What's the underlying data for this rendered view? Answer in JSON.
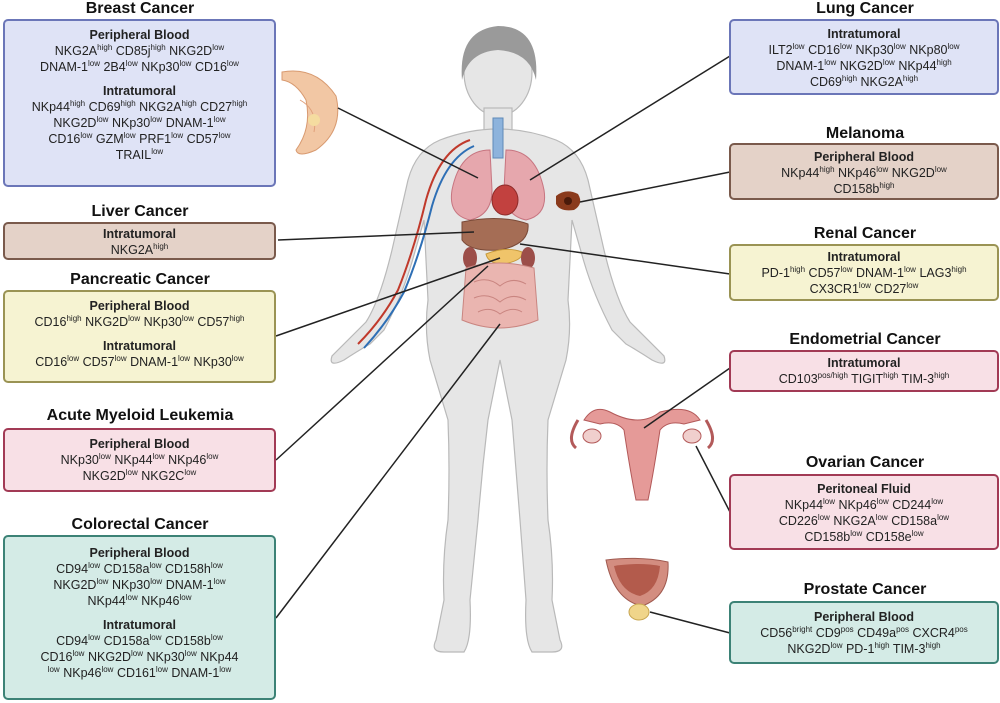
{
  "cancers": [
    {
      "id": "breast",
      "title": "Breast Cancer",
      "sections": [
        {
          "name": "Peripheral Blood",
          "lines": [
            [
              [
                "NKG2A",
                "high"
              ],
              [
                "CD85j",
                "high"
              ],
              [
                "NKG2D",
                "low"
              ]
            ],
            [
              [
                "DNAM-1",
                "low"
              ],
              [
                "2B4",
                "low"
              ],
              [
                "NKp30",
                "low"
              ],
              [
                "CD16",
                "low"
              ]
            ]
          ]
        },
        {
          "name": "Intratumoral",
          "lines": [
            [
              [
                "NKp44",
                "high"
              ],
              [
                "CD69",
                "high"
              ],
              [
                "NKG2A",
                "high"
              ],
              [
                "CD27",
                "high"
              ]
            ],
            [
              [
                "NKG2D",
                "low"
              ],
              [
                "NKp30",
                "low"
              ],
              [
                "DNAM-1",
                "low"
              ]
            ],
            [
              [
                "CD16",
                "low"
              ],
              [
                "GZM",
                "low"
              ],
              [
                "PRF1",
                "low"
              ],
              [
                "CD57",
                "low"
              ]
            ],
            [
              [
                "TRAIL",
                "low"
              ]
            ]
          ]
        }
      ]
    },
    {
      "id": "liver",
      "title": "Liver Cancer",
      "sections": [
        {
          "name": "Intratumoral",
          "lines": [
            [
              [
                "NKG2A",
                "high"
              ]
            ]
          ]
        }
      ]
    },
    {
      "id": "pancreatic",
      "title": "Pancreatic Cancer",
      "sections": [
        {
          "name": "Peripheral Blood",
          "lines": [
            [
              [
                "CD16",
                "high"
              ],
              [
                "NKG2D",
                "low"
              ],
              [
                "NKp30",
                "low"
              ],
              [
                "CD57",
                "high"
              ]
            ]
          ]
        },
        {
          "name": "Intratumoral",
          "lines": [
            [
              [
                "CD16",
                "low"
              ],
              [
                "CD57",
                "low"
              ],
              [
                "DNAM-1",
                "low"
              ],
              [
                "NKp30",
                "low"
              ]
            ]
          ]
        }
      ]
    },
    {
      "id": "aml",
      "title": "Acute Myeloid Leukemia",
      "sections": [
        {
          "name": "Peripheral Blood",
          "lines": [
            [
              [
                "NKp30",
                "low"
              ],
              [
                "NKp44",
                "low"
              ],
              [
                "NKp46",
                "low"
              ]
            ],
            [
              [
                "NKG2D",
                "low"
              ],
              [
                "NKG2C",
                "low"
              ]
            ]
          ]
        }
      ]
    },
    {
      "id": "colorectal",
      "title": "Colorectal Cancer",
      "sections": [
        {
          "name": "Peripheral Blood",
          "lines": [
            [
              [
                "CD94",
                "low"
              ],
              [
                "CD158a",
                "low"
              ],
              [
                "CD158h",
                "low"
              ]
            ],
            [
              [
                "NKG2D",
                "low"
              ],
              [
                "NKp30",
                "low"
              ],
              [
                "DNAM-1",
                "low"
              ]
            ],
            [
              [
                "NKp44",
                "low"
              ],
              [
                "NKp46",
                "low"
              ]
            ]
          ]
        },
        {
          "name": "Intratumoral",
          "lines": [
            [
              [
                "CD94",
                "low"
              ],
              [
                "CD158a",
                "low"
              ],
              [
                "CD158b",
                "low"
              ]
            ],
            [
              [
                "CD16",
                "low"
              ],
              [
                "NKG2D",
                "low"
              ],
              [
                "NKp30",
                "low"
              ],
              [
                "NKp44",
                ""
              ]
            ],
            [
              [
                "",
                "low"
              ],
              [
                "NKp46",
                "low"
              ],
              [
                "CD161",
                "low"
              ],
              [
                "DNAM-1",
                "low"
              ]
            ]
          ]
        }
      ]
    },
    {
      "id": "lung",
      "title": "Lung Cancer",
      "sections": [
        {
          "name": "Intratumoral",
          "lines": [
            [
              [
                "ILT2",
                "low"
              ],
              [
                "CD16",
                "low"
              ],
              [
                "NKp30",
                "low"
              ],
              [
                "NKp80",
                "low"
              ]
            ],
            [
              [
                "DNAM-1",
                "low"
              ],
              [
                "NKG2D",
                "low"
              ],
              [
                "NKp44",
                "high"
              ]
            ],
            [
              [
                "CD69",
                "high"
              ],
              [
                "NKG2A",
                "high"
              ]
            ]
          ]
        }
      ]
    },
    {
      "id": "melanoma",
      "title": "Melanoma",
      "sections": [
        {
          "name": "Peripheral Blood",
          "lines": [
            [
              [
                "NKp44",
                "high"
              ],
              [
                "NKp46",
                "low"
              ],
              [
                "NKG2D",
                "low"
              ]
            ],
            [
              [
                "CD158b",
                "high"
              ]
            ]
          ]
        }
      ]
    },
    {
      "id": "renal",
      "title": "Renal Cancer",
      "sections": [
        {
          "name": "Intratumoral",
          "lines": [
            [
              [
                "PD-1",
                "high"
              ],
              [
                "CD57",
                "low"
              ],
              [
                "DNAM-1",
                "low"
              ],
              [
                "LAG3",
                "high"
              ]
            ],
            [
              [
                "CX3CR1",
                "low"
              ],
              [
                "CD27",
                "low"
              ]
            ]
          ]
        }
      ]
    },
    {
      "id": "endometrial",
      "title": "Endometrial Cancer",
      "sections": [
        {
          "name": "Intratumoral",
          "lines": [
            [
              [
                "CD103",
                "pos/high"
              ],
              [
                "TIGIT",
                "high"
              ],
              [
                "TIM-3",
                "high"
              ]
            ]
          ]
        }
      ]
    },
    {
      "id": "ovarian",
      "title": "Ovarian Cancer",
      "sections": [
        {
          "name": "Peritoneal Fluid",
          "lines": [
            [
              [
                "NKp44",
                "low"
              ],
              [
                "NKp46",
                "low"
              ],
              [
                "CD244",
                "low"
              ]
            ],
            [
              [
                "CD226",
                "low"
              ],
              [
                "NKG2A",
                "low"
              ],
              [
                "CD158a",
                "low"
              ]
            ],
            [
              [
                "CD158b",
                "low"
              ],
              [
                "CD158e",
                "low"
              ]
            ]
          ]
        }
      ]
    },
    {
      "id": "prostate",
      "title": "Prostate Cancer",
      "sections": [
        {
          "name": "Peripheral Blood",
          "lines": [
            [
              [
                "CD56",
                "bright"
              ],
              [
                "CD9",
                "pos"
              ],
              [
                "CD49a",
                "pos"
              ],
              [
                "CXCR4",
                "pos"
              ]
            ],
            [
              [
                "NKG2D",
                "low"
              ],
              [
                "PD-1",
                "high"
              ],
              [
                "TIM-3",
                "high"
              ]
            ]
          ]
        }
      ]
    }
  ],
  "colors": {
    "blue": "#dfe3f6",
    "tan": "#e4d2c8",
    "yellow": "#f6f3d2",
    "pink": "#f8e0e6",
    "teal": "#d4ebe6"
  }
}
